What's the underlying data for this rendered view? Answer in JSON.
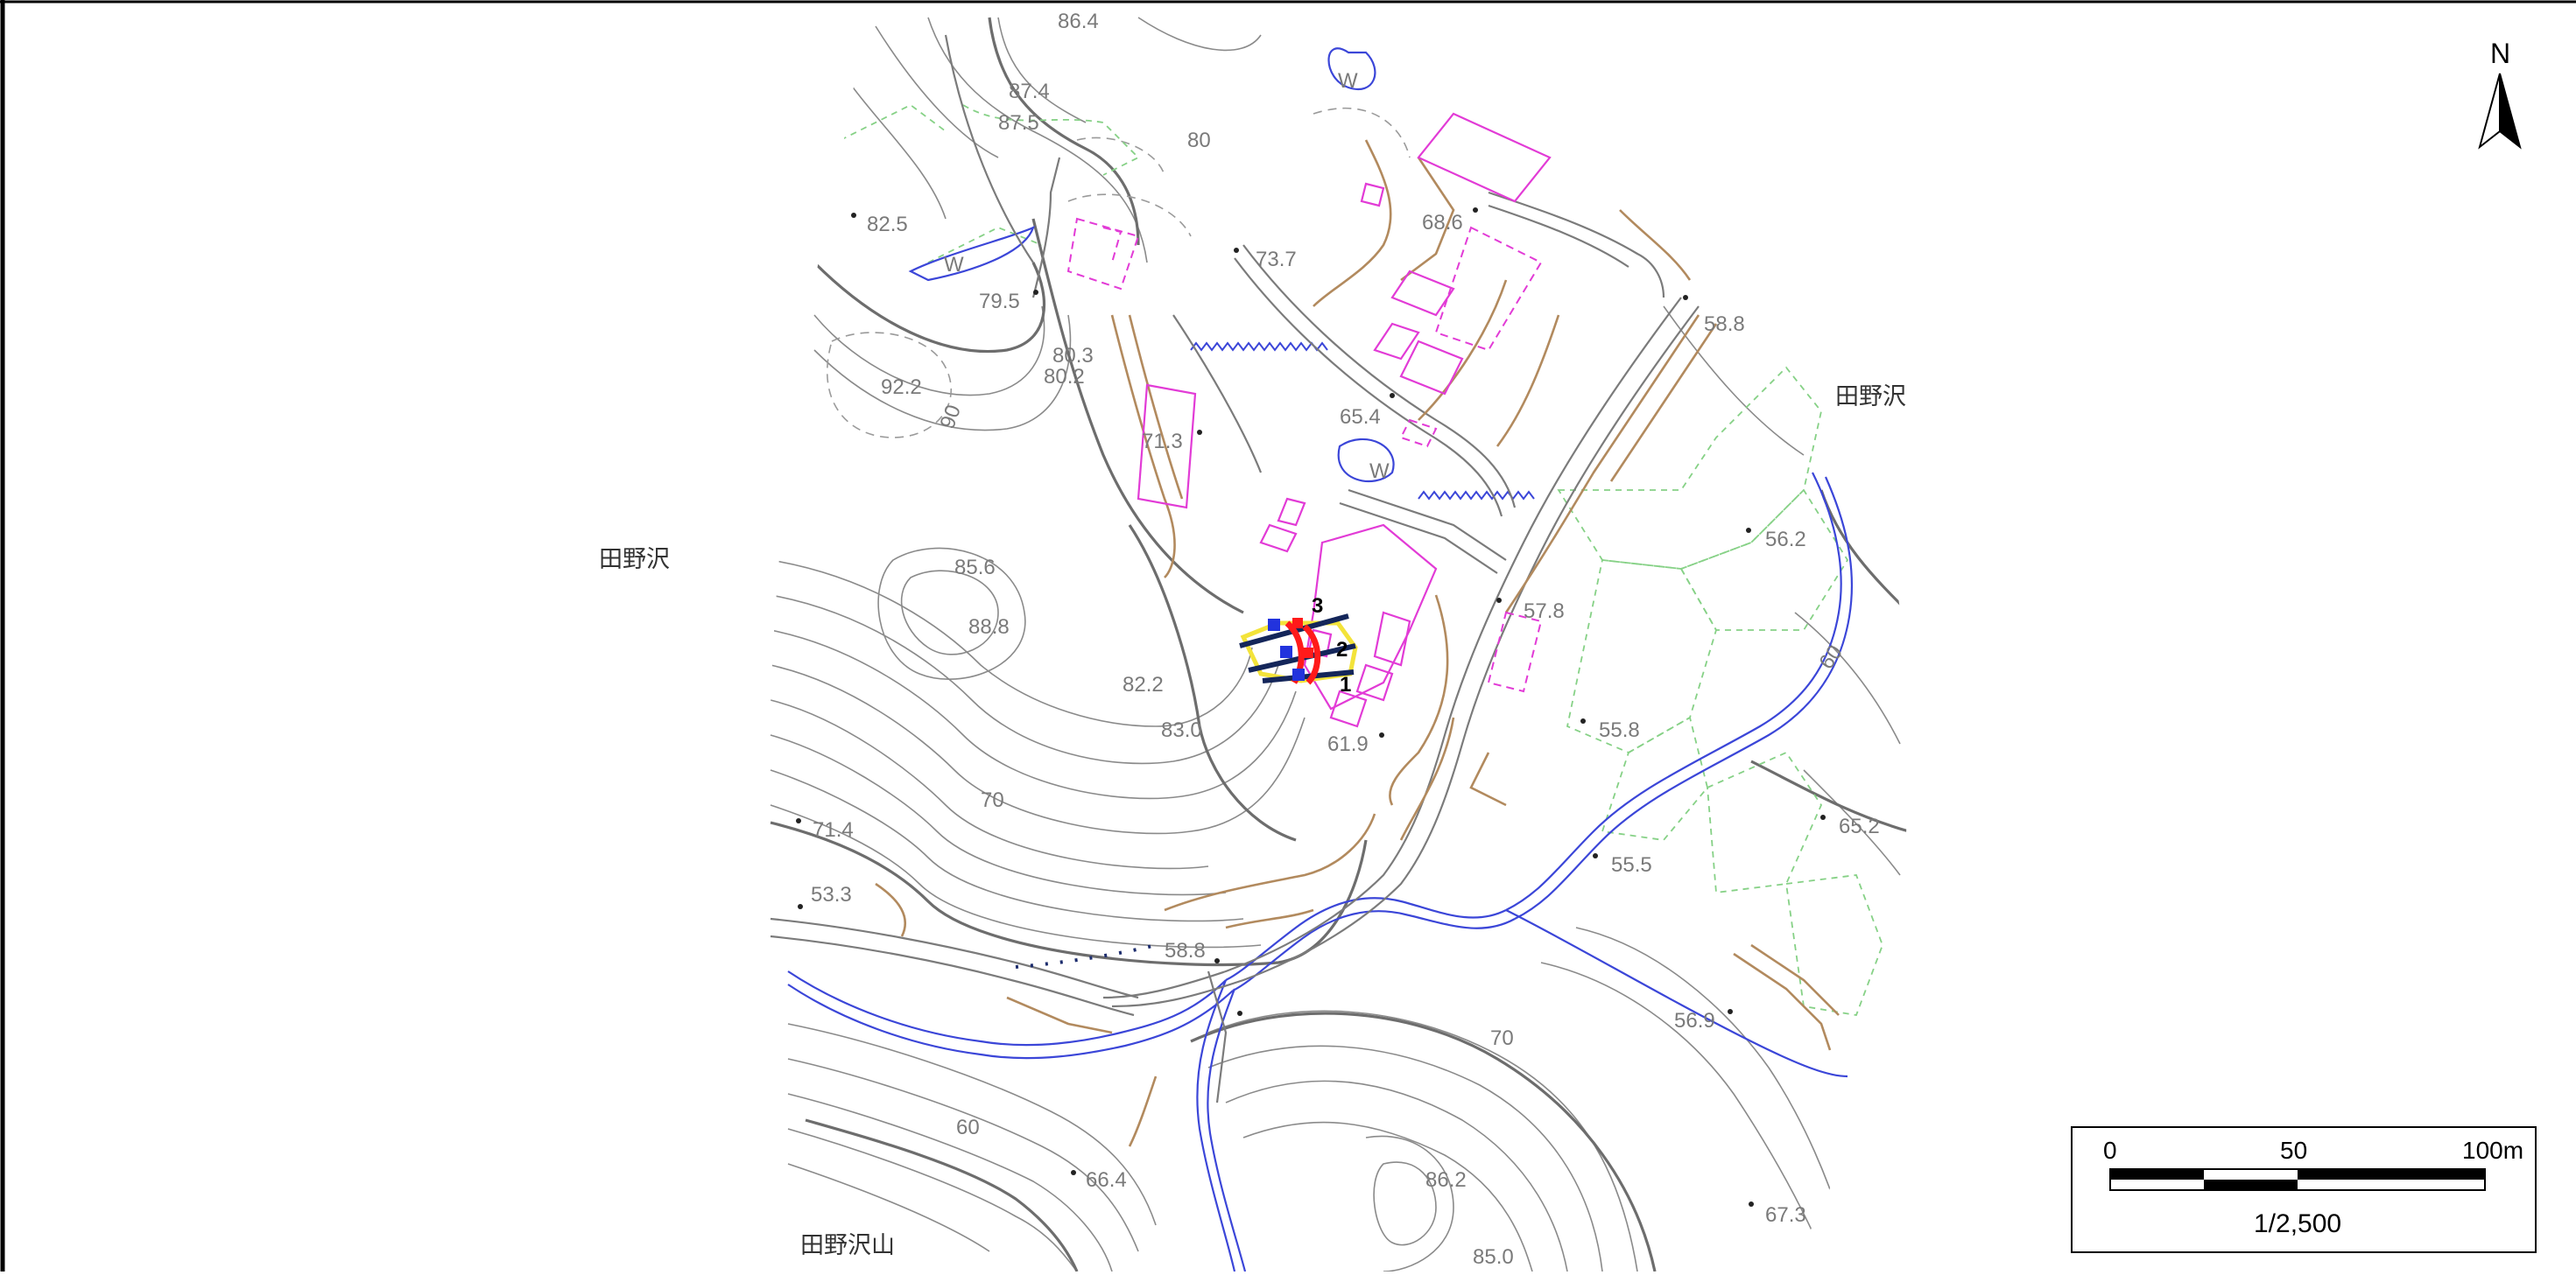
{
  "map": {
    "north_label": "N",
    "place_names": [
      {
        "id": "tanosawa-west",
        "text": "田野沢"
      },
      {
        "id": "tanosawa-east",
        "text": "田野沢"
      },
      {
        "id": "tanosawa-yama",
        "text": "田野沢山"
      }
    ],
    "spot_heights": [
      "86.4",
      "87.4",
      "87.5",
      "80",
      "82.5",
      "73.7",
      "68.6",
      "79.5",
      "58.8",
      "92.2",
      "80.3",
      "80.2",
      "65.4",
      "90",
      "71.3",
      "W",
      "W",
      "W",
      "56.2",
      "85.6",
      "57.8",
      "88.8",
      "82.2",
      "83.0",
      "55.8",
      "61.9",
      "60",
      "65.2",
      "71.4",
      "70",
      "55.5",
      "53.3",
      "58.8",
      "70",
      "56.9",
      "60",
      "66.4",
      "86.2",
      "67.3",
      "85.0"
    ],
    "survey_line_labels": [
      "3",
      "2",
      "1"
    ],
    "scale_bar": {
      "ticks": [
        "0",
        "50",
        "100m"
      ],
      "ratio": "1/2,500"
    }
  }
}
